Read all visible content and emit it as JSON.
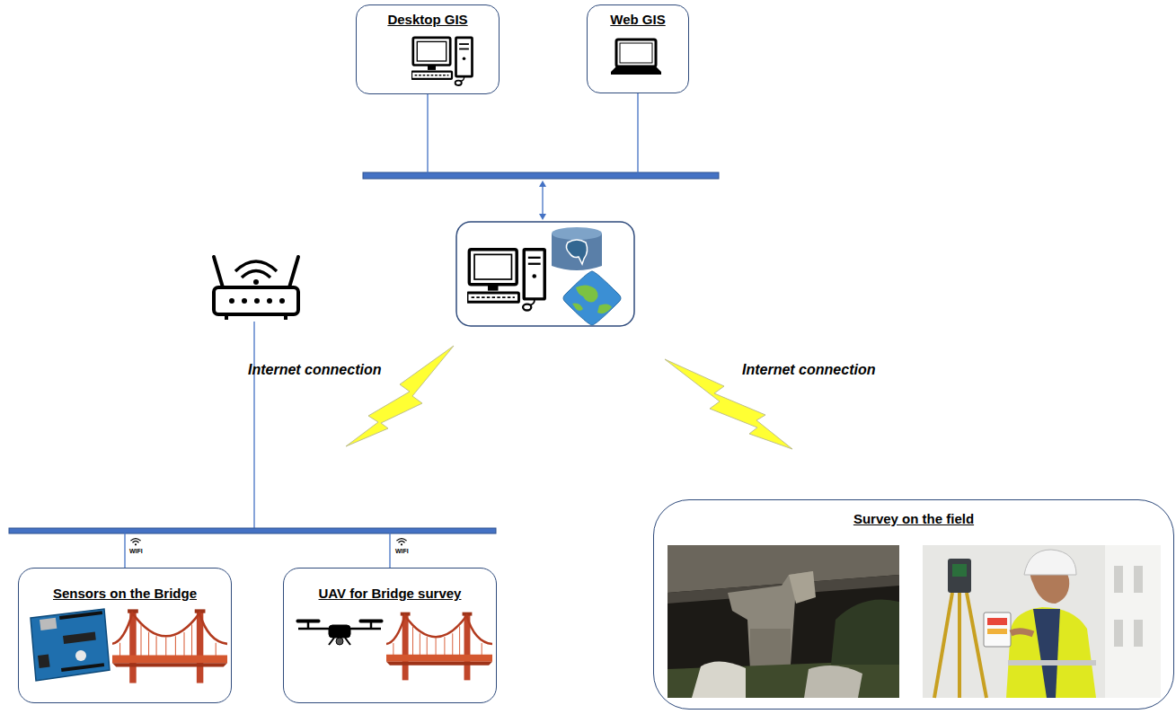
{
  "diagram": {
    "nodes": [
      {
        "text": [
          "Desktop GIS"
        ]
      },
      {
        "text": [
          "Web GIS"
        ]
      },
      {
        "text": [
          "Sensors on the Bridge"
        ]
      },
      {
        "text": [
          "UAV for Bridge survey"
        ]
      },
      {
        "text": [
          "Survey on the field"
        ]
      }
    ],
    "edges": [
      {
        "from": 0,
        "to": 1,
        "arrow": "none"
      },
      {
        "from": 2,
        "to": 3,
        "arrow": "none"
      }
    ],
    "labels": [
      "Internet connection",
      "Internet connection",
      "WIFI",
      "WIFI"
    ]
  }
}
